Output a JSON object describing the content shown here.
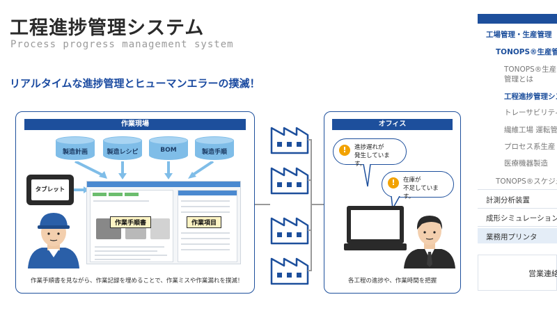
{
  "header": {
    "title": "工程進捗管理システム",
    "subtitle": "Process progress management system"
  },
  "headline": "リアルタイムな進捗管理とヒューマンエラーの撲滅！",
  "diagram": {
    "field_panel": {
      "title": "作業現場",
      "databases": [
        "製造計画",
        "製造レシピ",
        "BOM",
        "製造手順"
      ],
      "tablet_label": "タブレット",
      "tag_manual": "作業手順書",
      "tag_items": "作業項目",
      "caption": "作業手順書を見ながら、作業記録を埋めることで、作業ミスや作業漏れを撲滅！"
    },
    "office_panel": {
      "title": "オフィス",
      "bubble1": "進捗遅れが 発生しています。",
      "bubble2": "在庫が 不足しています。",
      "caption": "各工程の進捗や、作業時間を把握"
    }
  },
  "sidebar": {
    "items": [
      "工場管理・生産管理",
      "TONOPS®生産管理",
      "TONOPS®生産管理とは",
      "工程進捗管理システム",
      "トレーサビリティ",
      "繊維工場 運転管理",
      "プロセス系生産",
      "医療機器製造",
      "TONOPS®スケジューラ",
      "計測分析装置",
      "成形シミュレーション",
      "業務用プリンタ",
      "営業連絡"
    ]
  },
  "colors": {
    "accent": "#1d4f9c",
    "db_fill": "#7fbde8",
    "alert": "#f2a200",
    "tag_fill": "#fdf4c4"
  },
  "icons": [
    "factory-icon",
    "alert-icon",
    "worker-icon",
    "office-worker-icon",
    "tablet-icon",
    "monitor-icon",
    "database-icon"
  ]
}
